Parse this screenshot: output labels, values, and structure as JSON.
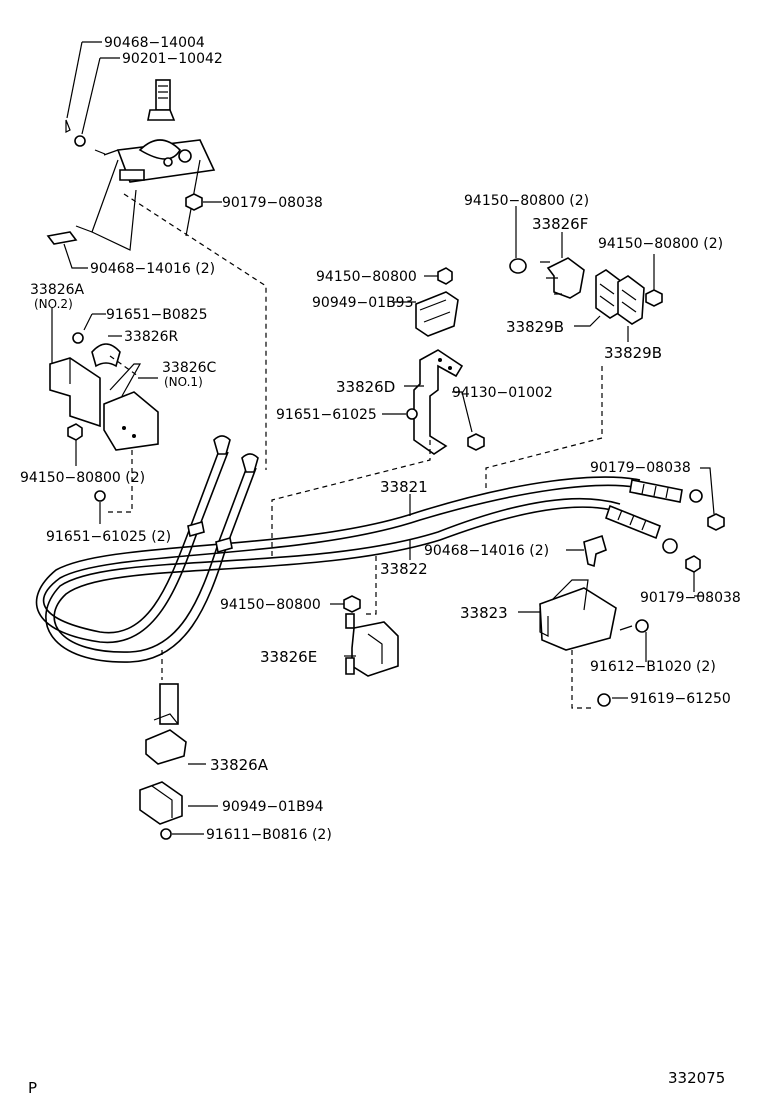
{
  "callouts": {
    "p_90468_14004": "90468−14004",
    "p_90201_10042": "90201−10042",
    "p_90179_08038_a": "90179−08038",
    "p_90468_14016_a": "90468−14016 (2)",
    "p_33826A_no2": "33826A",
    "p_no2": "(NO.2)",
    "p_91651_B0825": "91651−B0825",
    "p_33826R": "33826R",
    "p_33826C": "33826C",
    "p_no1": "(NO.1)",
    "p_94150_80800_a": "94150−80800 (2)",
    "p_91651_61025_a": "91651−61025 (2)",
    "p_94150_80800_b": "94150−80800",
    "p_90949_01B93": "90949−01B93",
    "p_33826D": "33826D",
    "p_94130_01002": "94130−01002",
    "p_91651_61025_b": "91651−61025",
    "p_94150_80800_c": "94150−80800 (2)",
    "p_33826F": "33826F",
    "p_94150_80800_d": "94150−80800 (2)",
    "p_33829B_a": "33829B",
    "p_33829B_b": "33829B",
    "p_90179_08038_b": "90179−08038",
    "p_33821": "33821",
    "p_33822": "33822",
    "p_90468_14016_b": "90468−14016 (2)",
    "p_90179_08038_c": "90179−08038",
    "p_94150_80800_e": "94150−80800",
    "p_33823": "33823",
    "p_33826E": "33826E",
    "p_91612_B1020": "91612−B1020 (2)",
    "p_91619_61250": "91619−61250",
    "p_33826A_b": "33826A",
    "p_90949_01B94": "90949−01B94",
    "p_91611_B0816": "91611−B0816 (2)"
  },
  "footer": {
    "page_marker": "P",
    "diagram_code": "332075"
  }
}
